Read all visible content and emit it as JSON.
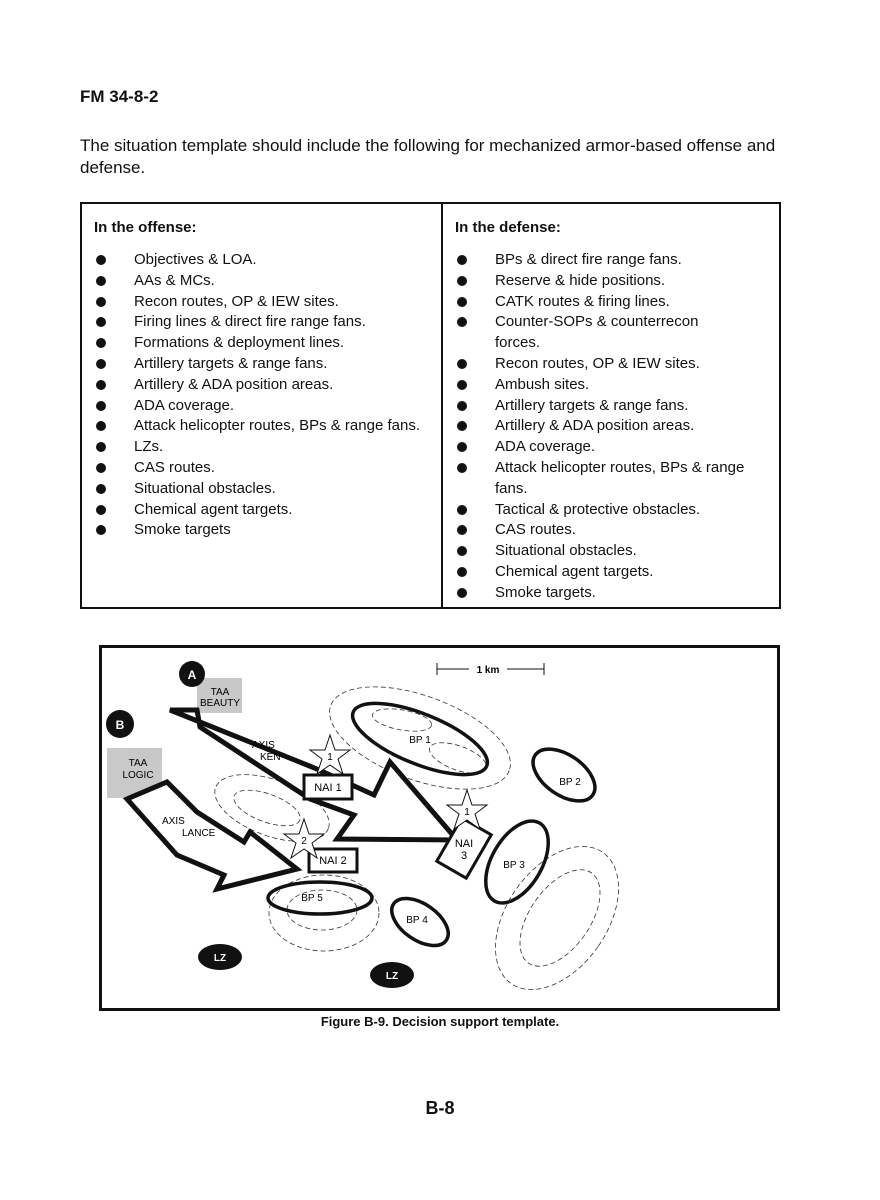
{
  "header": "FM 34-8-2",
  "intro": "The situation template should include the following for mechanized armor-based offense and defense.",
  "offense": {
    "title": "In the offense:",
    "items": [
      "Objectives & LOA.",
      "AAs & MCs.",
      "Recon routes, OP & IEW sites.",
      "Firing lines & direct fire range fans.",
      "Formations & deployment lines.",
      "Artillery targets & range fans.",
      "Artillery & ADA position areas.",
      "ADA coverage.",
      "Attack helicopter routes, BPs & range fans.",
      "LZs.",
      "CAS routes.",
      "Situational obstacles.",
      "Chemical agent targets.",
      "Smoke targets"
    ]
  },
  "defense": {
    "title": "In the defense:",
    "items": [
      "BPs & direct fire range fans.",
      "Reserve & hide positions.",
      "CATK routes & firing lines.",
      "Counter-SOPs & counterrecon forces.",
      "Recon routes, OP & IEW sites.",
      "Ambush sites.",
      "Artillery targets & range fans.",
      "Artillery & ADA position areas.",
      "ADA coverage.",
      "Attack helicopter routes, BPs & range fans.",
      "Tactical & protective obstacles.",
      "CAS routes.",
      "Situational obstacles.",
      "Chemical agent targets.",
      "Smoke targets."
    ]
  },
  "map": {
    "scale": "1 km",
    "a": "A",
    "b": "B",
    "taa_beauty": [
      "TAA",
      "BEAUTY"
    ],
    "taa_logic": [
      "TAA",
      "LOGIC"
    ],
    "axis_ken": [
      "AXIS",
      "KEN"
    ],
    "axis_lance": [
      "AXIS",
      "LANCE"
    ],
    "nai1": "NAI 1",
    "nai2": "NAI 2",
    "nai3": [
      "NAI",
      "3"
    ],
    "star1": "1",
    "star1b": "1",
    "star2": "2",
    "bp1": "BP 1",
    "bp2": "BP 2",
    "bp3": "BP 3",
    "bp4": "BP 4",
    "bp5": "BP 5",
    "lz1": "LZ",
    "lz2": "LZ"
  },
  "caption": "Figure  B-9.  Decision support template.",
  "page_number": "B-8"
}
